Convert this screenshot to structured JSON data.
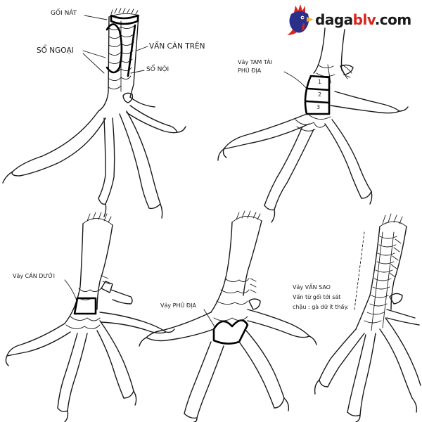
{
  "brand": {
    "part1": "daga",
    "part2": "blv",
    "part3": ".com",
    "colors": {
      "dark": "#1a1a1a",
      "accent": "#d8251e",
      "comb": "#d8251e",
      "head": "#2b2f8a"
    }
  },
  "panel1": {
    "label_goi_nat": "GỐI NÁT",
    "label_so_ngoai": "SỔ NGOẠI",
    "label_van_can_tren": "VẤN CÁN TRÊN",
    "label_so_noi": "SỔ NỘI"
  },
  "panel2": {
    "label_line1": "Vảy TAM TÀI",
    "label_line2": "PHỦ ĐỊA",
    "scale_numbers": [
      "1",
      "2",
      "3"
    ]
  },
  "panel3": {
    "label": "Vảy CÁN DƯỚI"
  },
  "panel4": {
    "label": "Vảy PHỦ ĐỊA"
  },
  "panel5": {
    "label_line1": "Vảy VẤN SAO",
    "label_line2": "Vấn từ gối tới sát",
    "label_line3": "chậu : gà dữ ít thấy."
  }
}
